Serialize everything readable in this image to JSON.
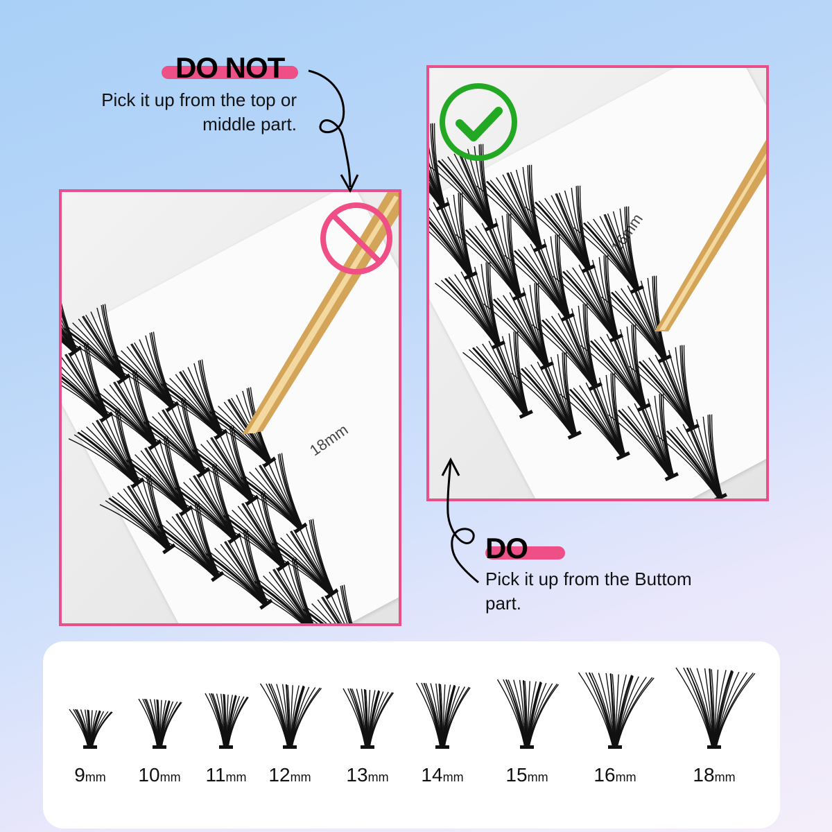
{
  "do_not": {
    "heading": "DO NOT",
    "line1": "Pick it up from the top or",
    "line2": "middle part.",
    "photo_label": "18mm",
    "icon": "prohibited-icon"
  },
  "do": {
    "heading": "DO",
    "line1": "Pick it up from the Buttom",
    "line2": "part.",
    "photo_label": "16mm",
    "icon": "check-circle-icon"
  },
  "colors": {
    "accent": "#ee4f86",
    "check": "#22a822",
    "prohibit": "#ef4f86"
  },
  "sizes": [
    {
      "value": "9",
      "unit": "mm"
    },
    {
      "value": "10",
      "unit": "mm"
    },
    {
      "value": "11",
      "unit": "mm"
    },
    {
      "value": "12",
      "unit": "mm"
    },
    {
      "value": "13",
      "unit": "mm"
    },
    {
      "value": "14",
      "unit": "mm"
    },
    {
      "value": "15",
      "unit": "mm"
    },
    {
      "value": "16",
      "unit": "mm"
    },
    {
      "value": "18",
      "unit": "mm"
    }
  ]
}
